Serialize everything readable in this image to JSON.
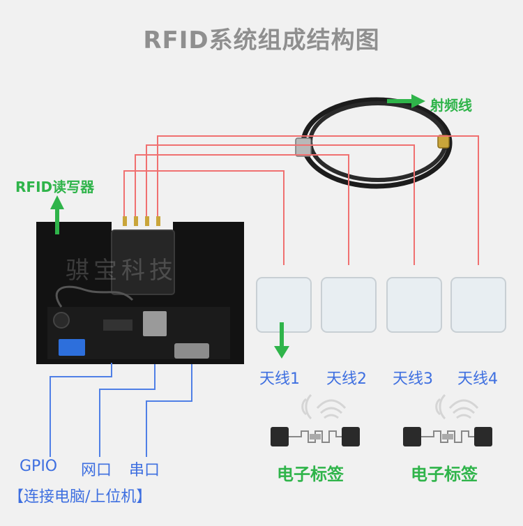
{
  "title": "RFID系统组成结构图",
  "labels": {
    "reader": "RFID读写器",
    "cable": "射频线",
    "watermark": "骐宝科技",
    "gpio": "GPIO",
    "network": "网口",
    "serial": "串口",
    "connect_note": "【连接电脑/上位机】",
    "tag": "电子标签"
  },
  "antennas": [
    {
      "label": "天线1"
    },
    {
      "label": "天线2"
    },
    {
      "label": "天线3"
    },
    {
      "label": "天线4"
    }
  ],
  "colors": {
    "rf_line": "#f07070",
    "interface_line": "#4f7fe6",
    "arrow": "#2fb44a",
    "board": "#141414",
    "antenna": "#e8eef2"
  },
  "icons": [
    "wireless-signal-icon",
    "rfid-tag-icon"
  ]
}
